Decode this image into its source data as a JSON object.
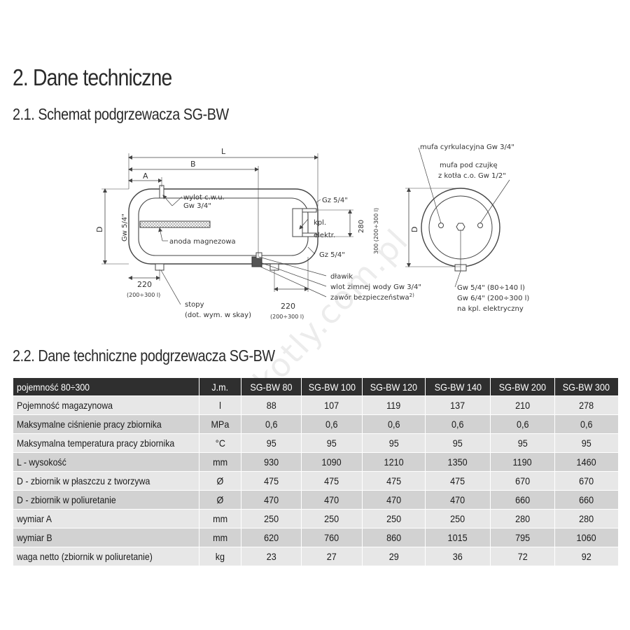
{
  "headings": {
    "main": "2. Dane techniczne",
    "schemat": "2.1. Schemat podgrzewacza SG-BW",
    "dane": "2.2. Dane techniczne podgrzewacza SG-BW"
  },
  "watermark": "sobik-kotly.com.pl",
  "diagram_left": {
    "dim_L": "L",
    "dim_B": "B",
    "dim_A": "A",
    "dim_D": "D",
    "gw54": "Gw 5/4\"",
    "wylot_1": "wylot c.w.u.",
    "wylot_2": "Gw 3/4\"",
    "anoda": "anoda magnezowa",
    "gz_top": "Gz 5/4\"",
    "kpl_1": "kpl.",
    "kpl_2": "elektr.",
    "gz_bottom": "Gz 5/4\"",
    "dim_280": "280",
    "dim_300": "300 (200÷300 l)",
    "dim_220_left": "220",
    "dim_220_left_sub": "(200÷300 l)",
    "stopy_1": "stopy",
    "stopy_2": "(dot. wym. w skay)",
    "dlawik": "dławik",
    "wlot": "wlot zimnej wody Gw 3/4\"",
    "zawor": "zawór bezpieczeństwa",
    "zawor_sup": "2)",
    "dim_220_right": "220",
    "dim_220_right_sub": "(200÷300 l)"
  },
  "diagram_right": {
    "mufa_cyrk": "mufa cyrkulacyjna Gw 3/4\"",
    "mufa_czujke_1": "mufa pod czujkę",
    "mufa_czujke_2": "z kotła c.o. Gw 1/2\"",
    "dim_D": "D",
    "gw_1": "Gw 5/4\" (80÷140 l)",
    "gw_2": "Gw 6/4\" (200÷300 l)",
    "gw_3": "na kpl. elektryczny"
  },
  "table": {
    "headers": [
      "pojemność 80÷300",
      "J.m.",
      "SG-BW 80",
      "SG-BW 100",
      "SG-BW 120",
      "SG-BW 140",
      "SG-BW 200",
      "SG-BW 300"
    ],
    "rows": [
      [
        "Pojemność magazynowa",
        "l",
        "88",
        "107",
        "119",
        "137",
        "210",
        "278"
      ],
      [
        "Maksymalne ciśnienie pracy zbiornika",
        "MPa",
        "0,6",
        "0,6",
        "0,6",
        "0,6",
        "0,6",
        "0,6"
      ],
      [
        "Maksymalna temperatura pracy zbiornika",
        "°C",
        "95",
        "95",
        "95",
        "95",
        "95",
        "95"
      ],
      [
        "L - wysokość",
        "mm",
        "930",
        "1090",
        "1210",
        "1350",
        "1190",
        "1460"
      ],
      [
        "D - zbiornik w płaszczu z tworzywa",
        "Ø",
        "475",
        "475",
        "475",
        "475",
        "670",
        "670"
      ],
      [
        "D - zbiornik w poliuretanie",
        "Ø",
        "470",
        "470",
        "470",
        "470",
        "660",
        "660"
      ],
      [
        "wymiar A",
        "mm",
        "250",
        "250",
        "250",
        "250",
        "280",
        "280"
      ],
      [
        "wymiar B",
        "mm",
        "620",
        "760",
        "860",
        "1015",
        "795",
        "1060"
      ],
      [
        "waga netto (zbiornik w poliuretanie)",
        "kg",
        "23",
        "27",
        "29",
        "36",
        "72",
        "92"
      ]
    ]
  }
}
